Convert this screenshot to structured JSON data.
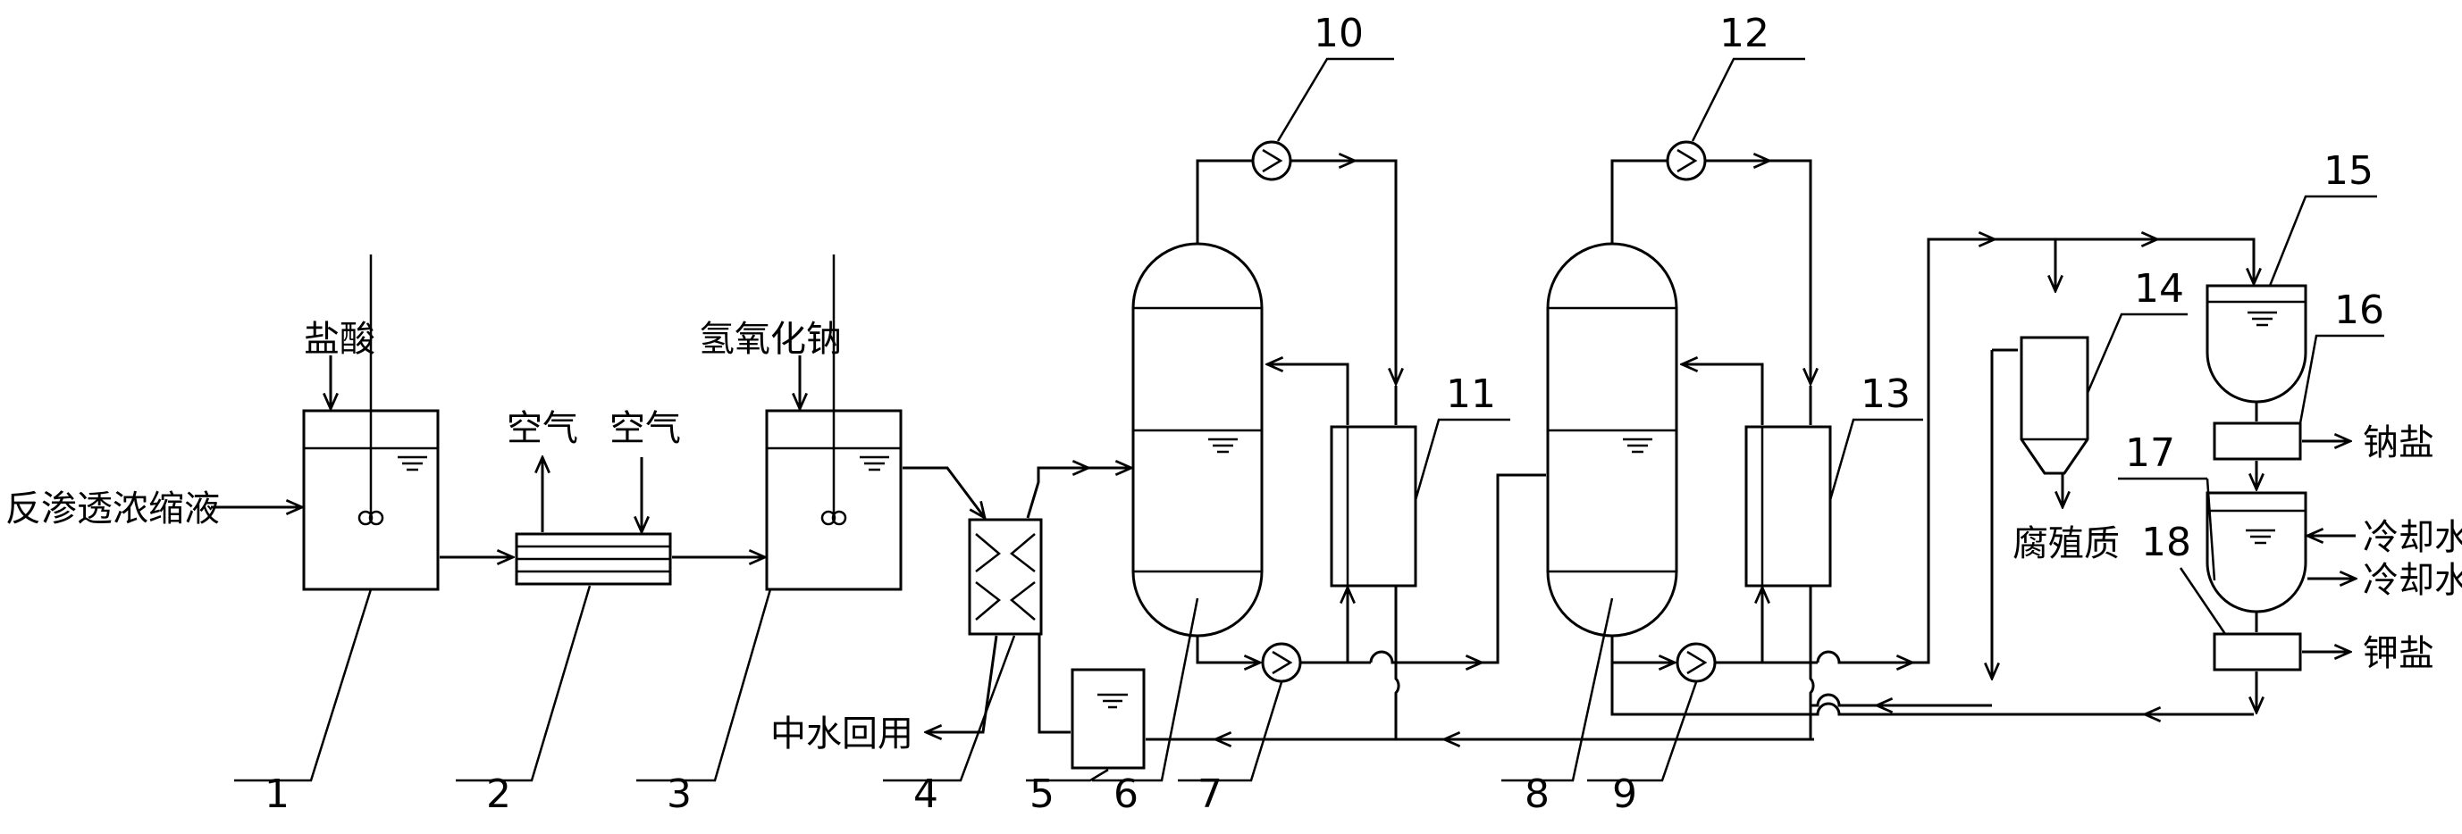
{
  "labels": {
    "feed": "反渗透浓缩液",
    "hcl": "盐酸",
    "air_out": "空气",
    "air_in": "空气",
    "naoh": "氢氧化钠",
    "reclaimed_water": "中水回用",
    "humus": "腐殖质",
    "sodium_salt": "钠盐",
    "cooling_water_in": "冷却水",
    "cooling_water_out": "冷却水",
    "potassium_salt": "钾盐"
  },
  "numbers": [
    "1",
    "2",
    "3",
    "4",
    "5",
    "6",
    "7",
    "8",
    "9",
    "10",
    "11",
    "12",
    "13",
    "14",
    "15",
    "16",
    "17",
    "18"
  ]
}
